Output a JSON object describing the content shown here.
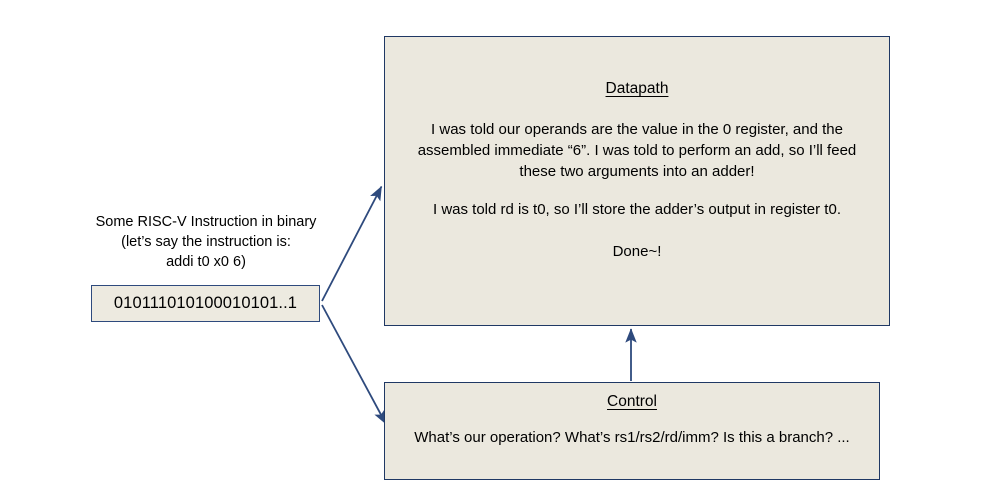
{
  "diagram": {
    "type": "flow-diagram",
    "background_color": "#FFFFFF",
    "box_fill_color": "#EBE8DE",
    "box_border_color": "#1F3864",
    "arrow_color": "#2E4A7D",
    "source": {
      "label": "Some RISC-V Instruction in binary\n(let’s say the instruction is:\naddi t0 x0 6)",
      "binary_value": "010111010100010101..1"
    },
    "nodes": [
      {
        "id": "datapath",
        "title": "Datapath",
        "paragraphs": [
          "I was told our operands are the value in the 0 register, and the assembled immediate “6”. I was told to perform an add, so I’ll feed these two arguments into an adder!",
          "I was told rd is t0, so I’ll store the adder’s output in register t0.",
          "Done~!"
        ]
      },
      {
        "id": "control",
        "title": "Control",
        "paragraphs": [
          "What’s our operation? What’s rs1/rs2/rd/imm? Is this a branch? ..."
        ]
      }
    ],
    "edges": [
      {
        "id": "instruction-to-datapath",
        "from": "binary-box",
        "to": "datapath",
        "style": "solid-arrow"
      },
      {
        "id": "instruction-to-control",
        "from": "binary-box",
        "to": "control",
        "style": "solid-arrow"
      },
      {
        "id": "control-to-datapath",
        "from": "control",
        "to": "datapath",
        "style": "solid-arrow"
      }
    ]
  }
}
